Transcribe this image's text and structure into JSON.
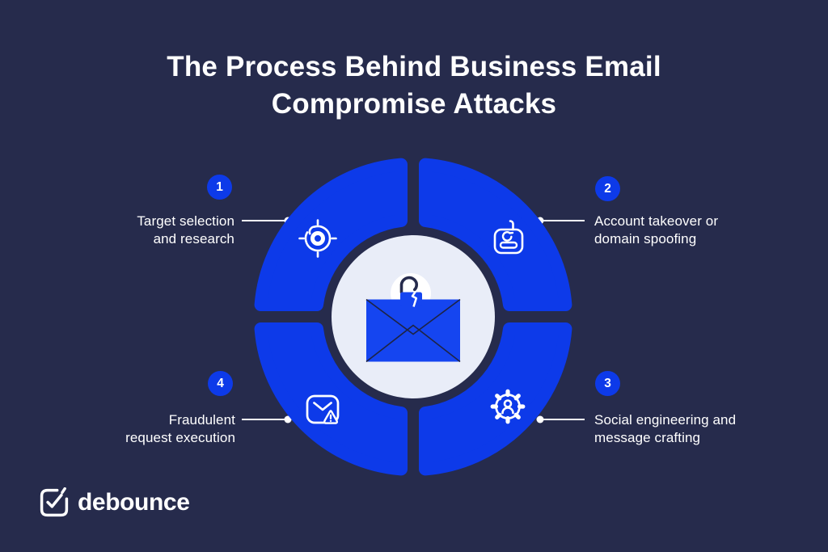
{
  "title": {
    "line1": "The Process Behind Business Email",
    "line2": "Compromise Attacks"
  },
  "steps": [
    {
      "number": "1",
      "line1": "Target selection",
      "line2": "and research",
      "icon": "target-icon"
    },
    {
      "number": "2",
      "line1": "Account takeover or",
      "line2": "domain spoofing",
      "icon": "account-takeover-icon"
    },
    {
      "number": "3",
      "line1": "Social engineering and",
      "line2": "message crafting",
      "icon": "social-engineering-gear-icon"
    },
    {
      "number": "4",
      "line1": "Fraudulent",
      "line2": "request execution",
      "icon": "fraudulent-email-icon"
    }
  ],
  "center": {
    "icon": "unlocked-envelope-icon"
  },
  "logo": {
    "text": "debounce",
    "icon": "debounce-checkmark-icon"
  },
  "colors": {
    "background": "#262B4C",
    "accent_blue": "#0D3AE9",
    "envelope_blue": "#1545F0",
    "center_light": "#E9EDF8",
    "text_white": "#FFFFFF"
  }
}
